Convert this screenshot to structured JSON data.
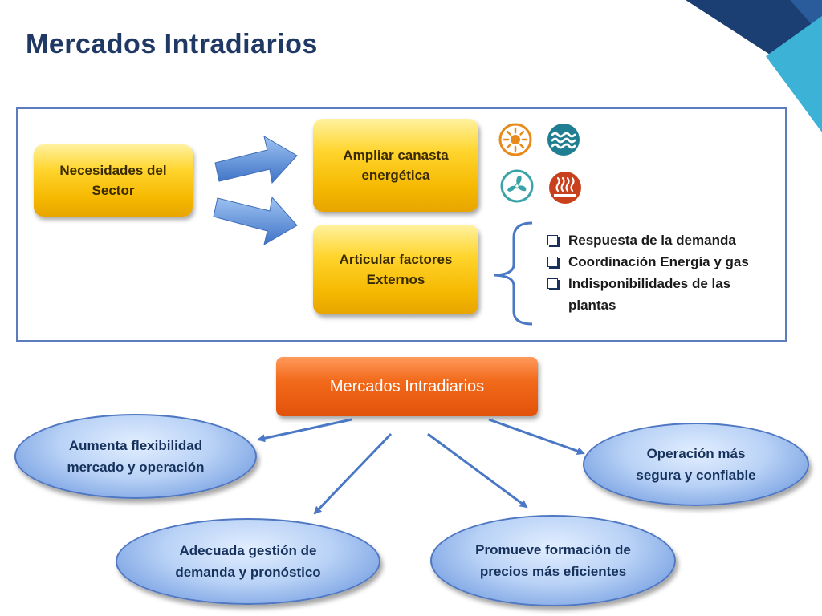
{
  "slide": {
    "title": "Mercados Intradiarios",
    "needs_box": "Necesidades del Sector",
    "expand_box": "Ampliar canasta energética",
    "articulate_box": "Articular factores Externos",
    "external_factors": [
      "Respuesta de la demanda",
      "Coordinación Energía y gas",
      "Indisponibilidades de las plantas"
    ],
    "center_box": "Mercados Intradiarios",
    "benefits": {
      "flexibility": "Aumenta flexibilidad mercado y operación",
      "demand": "Adecuada gestión de demanda y pronóstico",
      "prices": "Promueve formación de precios más eficientes",
      "operation": "Operación más segura y confiable"
    },
    "icons": [
      "sun-icon",
      "water-icon",
      "wind-icon",
      "geothermal-icon"
    ]
  },
  "colors": {
    "title": "#1F3864",
    "accent_blue": "#2E6FB7",
    "yellow": "#F5B800",
    "orange": "#F26A1B",
    "oval_blue": "#7FA6E4"
  }
}
